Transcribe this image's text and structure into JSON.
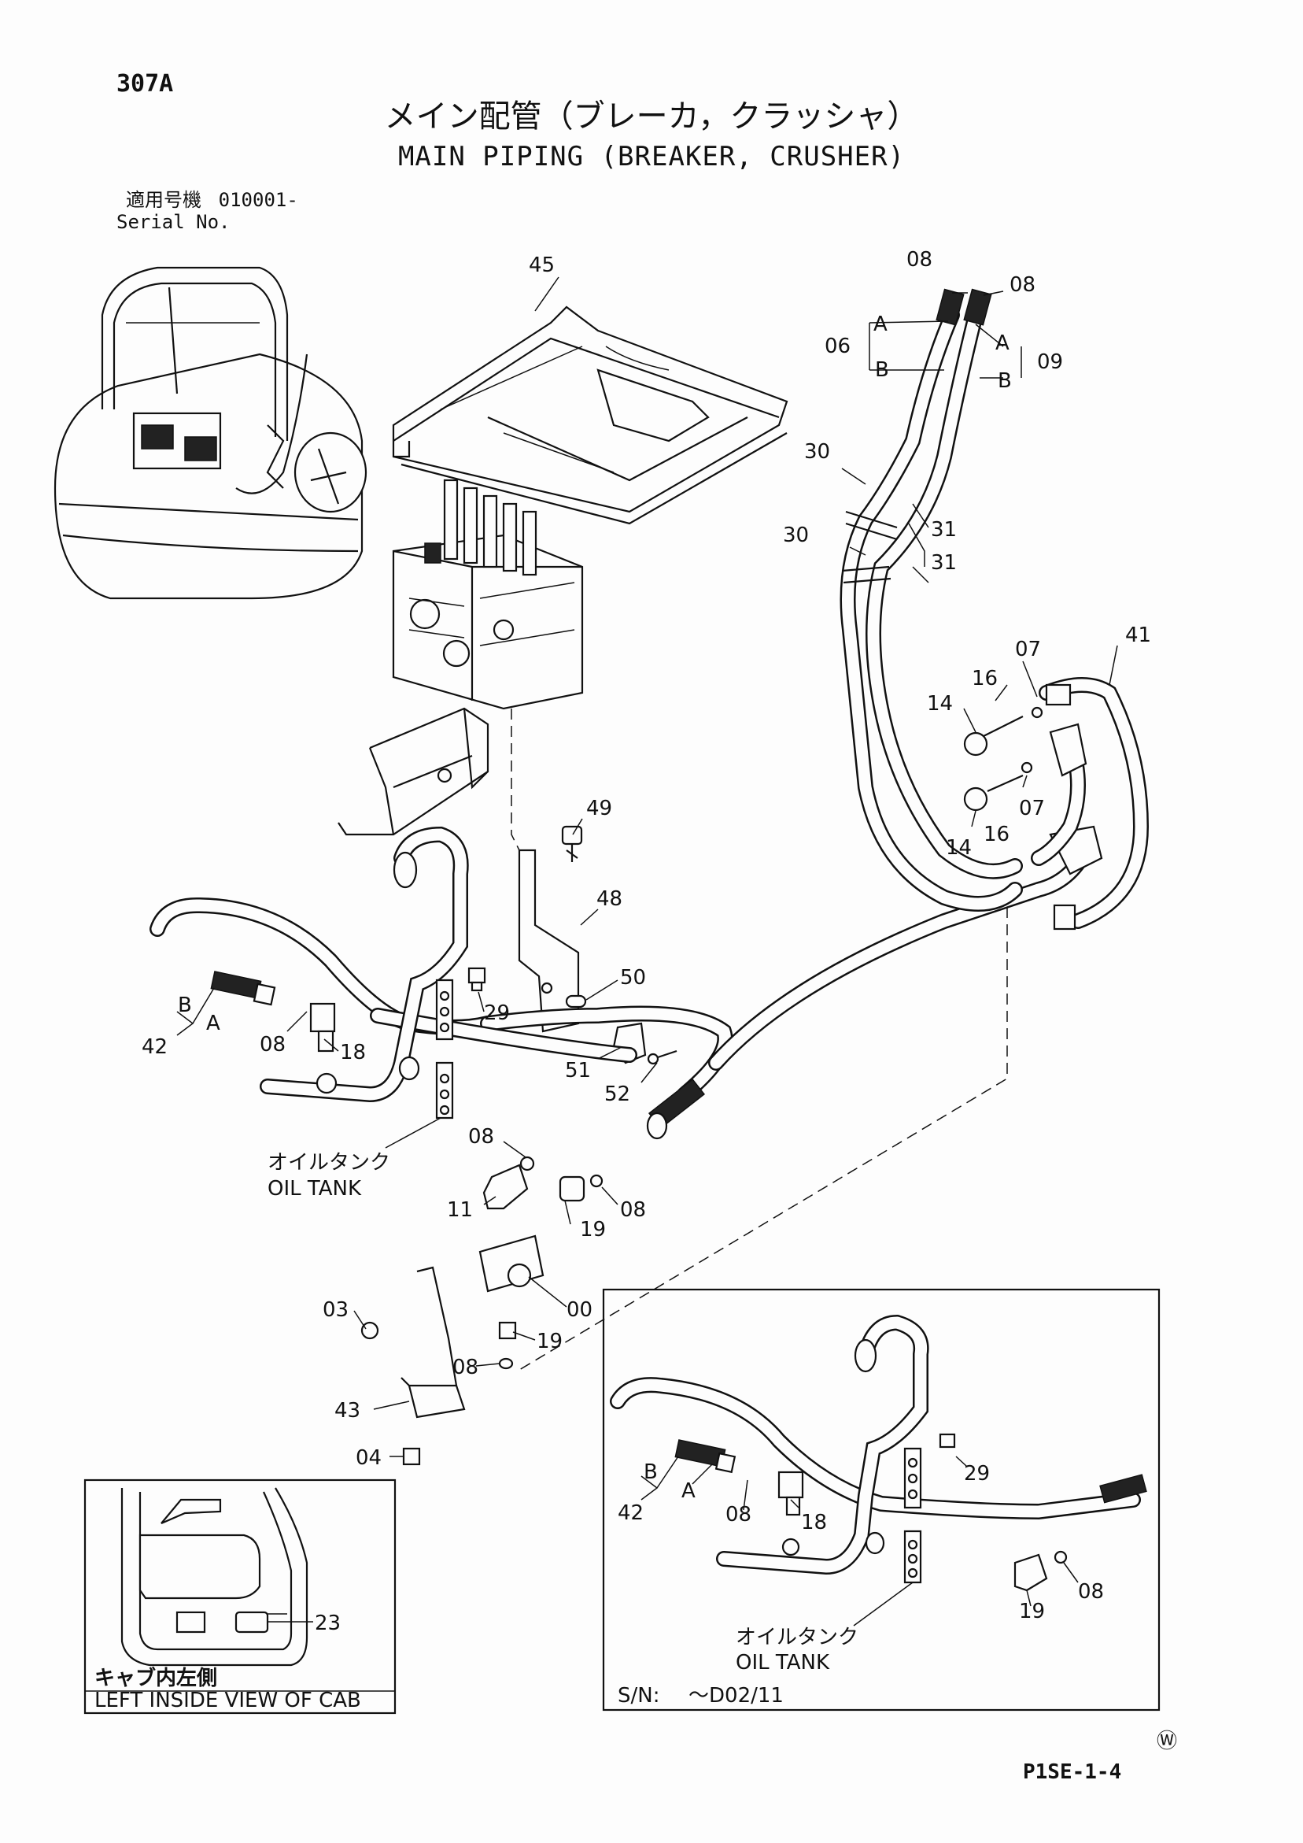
{
  "page_number": "307A",
  "title_jp": "メイン配管（ブレーカ，クラッシャ）",
  "title_en": "MAIN PIPING (BREAKER, CRUSHER)",
  "serial": {
    "label_jp": "適用号機",
    "label_en": "Serial No.",
    "value": "010001-"
  },
  "part_labels": {
    "p45": "45",
    "p08a": "08",
    "p08b": "08",
    "p06": "06",
    "p09": "09",
    "pA1": "A",
    "pA2": "A",
    "pB1": "B",
    "pB2": "B",
    "p30a": "30",
    "p30b": "30",
    "p31a": "31",
    "p31b": "31",
    "p07a": "07",
    "p41": "41",
    "p16a": "16",
    "p14a": "14",
    "p07b": "07",
    "p14b": "14",
    "p16b": "16",
    "p49": "49",
    "p48": "48",
    "p50": "50",
    "p51": "51",
    "p52": "52",
    "p29": "29",
    "p42": "42",
    "pB3": "B",
    "pA3": "A",
    "p08c": "08",
    "p18": "18",
    "p08d": "08",
    "p11": "11",
    "p19a": "19",
    "p08e": "08",
    "p00": "00",
    "p03": "03",
    "p19b": "19",
    "p08f": "08",
    "p43": "43",
    "p04": "04",
    "p23": "23",
    "i29": "29",
    "i42": "42",
    "iB": "B",
    "iA": "A",
    "i08a": "08",
    "i18": "18",
    "i19": "19",
    "i08b": "08"
  },
  "oil_tank": {
    "jp": "オイルタンク",
    "en": "OIL TANK"
  },
  "cab_inset": {
    "jp": "キャブ内左側",
    "en": "LEFT INSIDE VIEW OF CAB"
  },
  "serial_inset": {
    "label": "S/N:",
    "value": "～D02/11"
  },
  "marker": "Ⓦ",
  "footer_code": "P1SE-1-4"
}
